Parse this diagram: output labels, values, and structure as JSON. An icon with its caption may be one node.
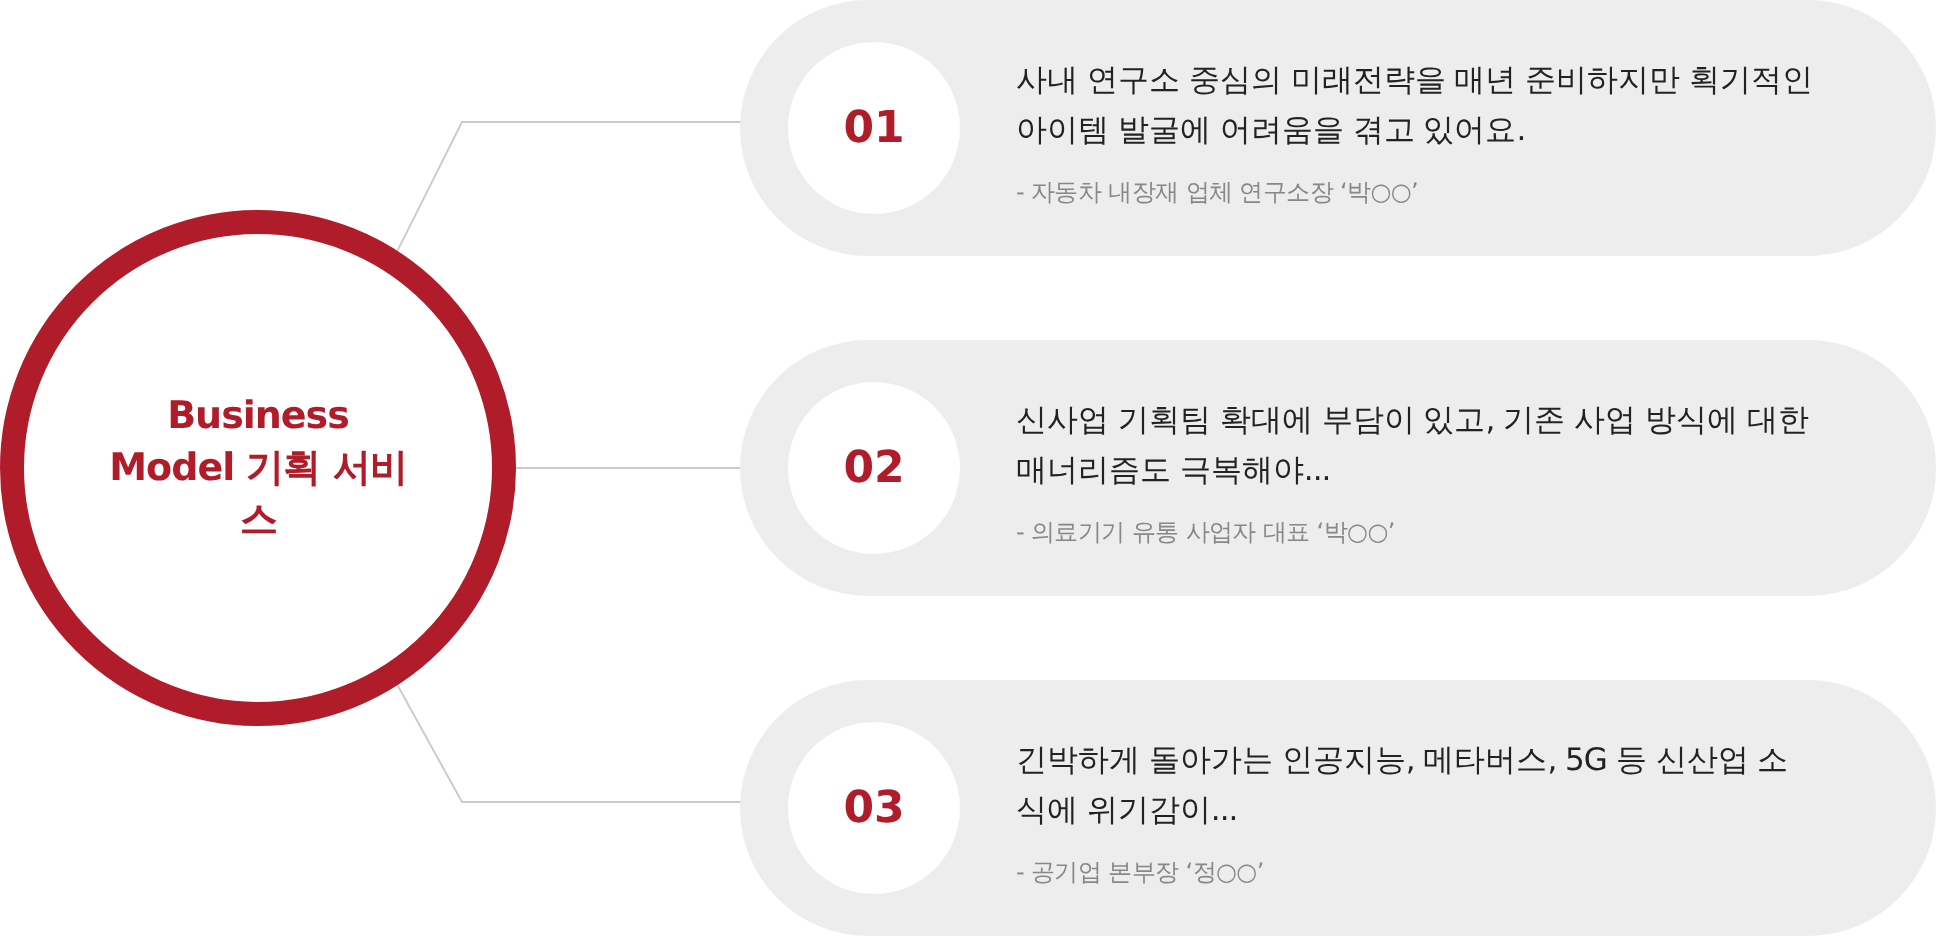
{
  "diagram": {
    "nodes": [
      {
        "text": [
          "Business Model 기획 서비스"
        ]
      },
      {
        "text": [
          "사내 연구소 중심의 미래전략을 매년 준비하지만 획기적인 아이템 발굴에 어려움을 겪고 있어요.",
          "- 자동차 내장재 업체 연구소장 ‘박○○’"
        ]
      },
      {
        "text": [
          "01"
        ],
        "in": 1
      },
      {
        "text": [
          "신사업 기획팀 확대에 부담이 있고, 기존 사업 방식에 대한 매너리즘도 극복해야...",
          "- 의료기기 유통 사업자 대표 ‘박○○’"
        ]
      },
      {
        "text": [
          "02"
        ],
        "in": 3
      },
      {
        "text": [
          "긴박하게 돌아가는 인공지능, 메타버스, 5G 등 신산업 소식에 위기감이...",
          "- 공기업 본부장 ‘정○○’"
        ]
      },
      {
        "text": [
          "03"
        ],
        "in": 5
      }
    ],
    "edges": [
      {
        "from": 0,
        "to": 1,
        "arrow": "none"
      },
      {
        "from": 0,
        "to": 3,
        "arrow": "none"
      },
      {
        "from": 0,
        "to": 5,
        "arrow": "none"
      }
    ]
  }
}
